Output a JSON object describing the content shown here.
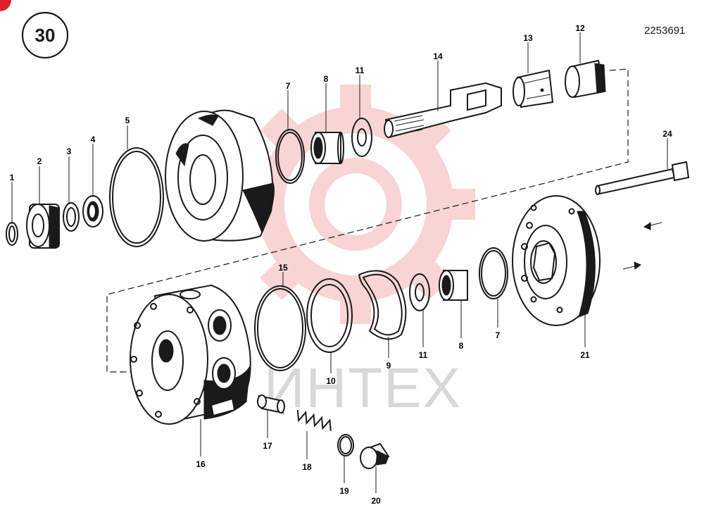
{
  "diagram": {
    "badge": "30",
    "doc_number": "2253691",
    "watermark": "ИНТЕХ",
    "watermark_color": "#e04040",
    "line_color": "#1a1a1a",
    "callouts": [
      {
        "id": "c1",
        "text": "1"
      },
      {
        "id": "c2",
        "text": "2"
      },
      {
        "id": "c3",
        "text": "3"
      },
      {
        "id": "c4",
        "text": "4"
      },
      {
        "id": "c5",
        "text": "5"
      },
      {
        "id": "c7a",
        "text": "7"
      },
      {
        "id": "c8a",
        "text": "8"
      },
      {
        "id": "c11a",
        "text": "11"
      },
      {
        "id": "c14",
        "text": "14"
      },
      {
        "id": "c13",
        "text": "13"
      },
      {
        "id": "c12",
        "text": "12"
      },
      {
        "id": "c24",
        "text": "24"
      },
      {
        "id": "c15",
        "text": "15"
      },
      {
        "id": "c10",
        "text": "10"
      },
      {
        "id": "c9",
        "text": "9"
      },
      {
        "id": "c11b",
        "text": "11"
      },
      {
        "id": "c8b",
        "text": "8"
      },
      {
        "id": "c7b",
        "text": "7"
      },
      {
        "id": "c21",
        "text": "21"
      },
      {
        "id": "c16",
        "text": "16"
      },
      {
        "id": "c17",
        "text": "17"
      },
      {
        "id": "c18",
        "text": "18"
      },
      {
        "id": "c19",
        "text": "19"
      },
      {
        "id": "c20",
        "text": "20"
      }
    ]
  }
}
